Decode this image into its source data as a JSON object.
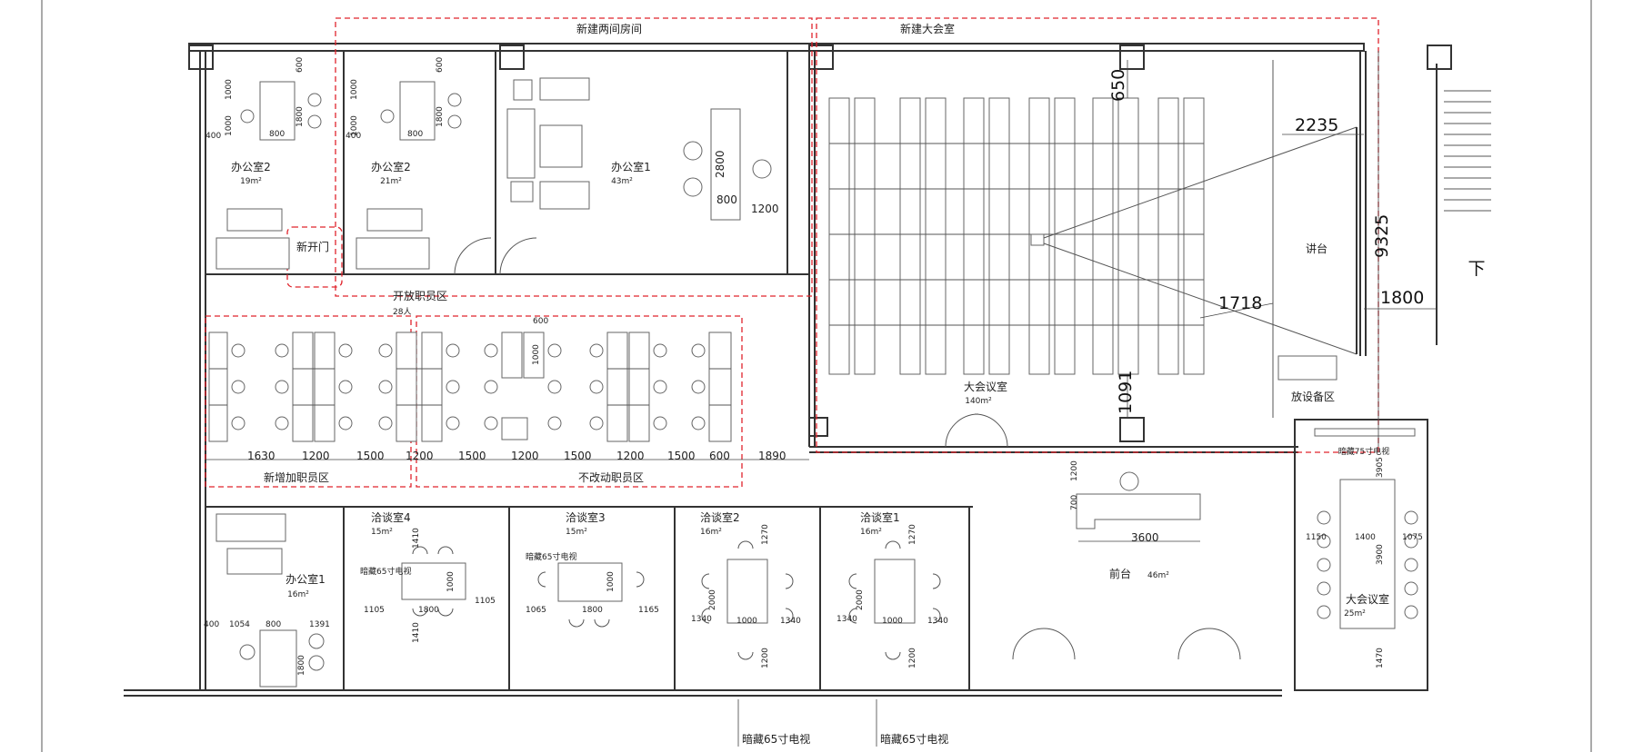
{
  "zones": {
    "new_two_rooms": "新建两间房间",
    "new_big_meeting": "新建大会室",
    "new_staff": "新增加职员区",
    "unchanged_staff": "不改动职员区",
    "new_door": "新开门"
  },
  "rooms": {
    "office2a": {
      "name": "办公室2",
      "area": "19m²"
    },
    "office2b": {
      "name": "办公室2",
      "area": "21m²"
    },
    "office1_top": {
      "name": "办公室1",
      "area": "43m²"
    },
    "open_staff": {
      "name": "开放职员区",
      "count": "28人"
    },
    "big_meeting": {
      "name": "大会议室",
      "area": "140m²"
    },
    "stage": "讲台",
    "equipment": "放设备区",
    "reception": {
      "name": "前台",
      "area": "46m²"
    },
    "office1_bottom": {
      "name": "办公室1",
      "area": "16m²"
    },
    "talk4": {
      "name": "洽谈室4",
      "area": "15m²"
    },
    "talk3": {
      "name": "洽谈室3",
      "area": "15m²"
    },
    "talk2": {
      "name": "洽谈室2",
      "area": "16m²"
    },
    "talk1": {
      "name": "洽谈室1",
      "area": "16m²"
    },
    "small_meeting": {
      "name": "大会议室",
      "area": "25m²"
    },
    "stairs_down": "下"
  },
  "tv": {
    "tv65": "暗藏65寸电视",
    "tv75": "暗藏75寸电视"
  },
  "dims": {
    "d600": "600",
    "d1000": "1000",
    "d1800": "1800",
    "d800": "800",
    "d400": "400",
    "d2800": "2800",
    "d1200": "1200",
    "d650": "650",
    "d2235": "2235",
    "d9325": "9325",
    "d1718": "1718",
    "d1091": "1091",
    "d1630": "1630",
    "d1500": "1500",
    "d1890": "1890",
    "d700": "700",
    "d3600": "3600",
    "d1054": "1054",
    "d1391": "1391",
    "d1410": "1410",
    "d1105": "1105",
    "d1065": "1065",
    "d1165": "1165",
    "d1270": "1270",
    "d2000": "2000",
    "d1340": "1340",
    "d1150": "1150",
    "d1400": "1400",
    "d1075": "1075",
    "d3900": "3900",
    "d3905": "3905",
    "d1470": "1470"
  }
}
